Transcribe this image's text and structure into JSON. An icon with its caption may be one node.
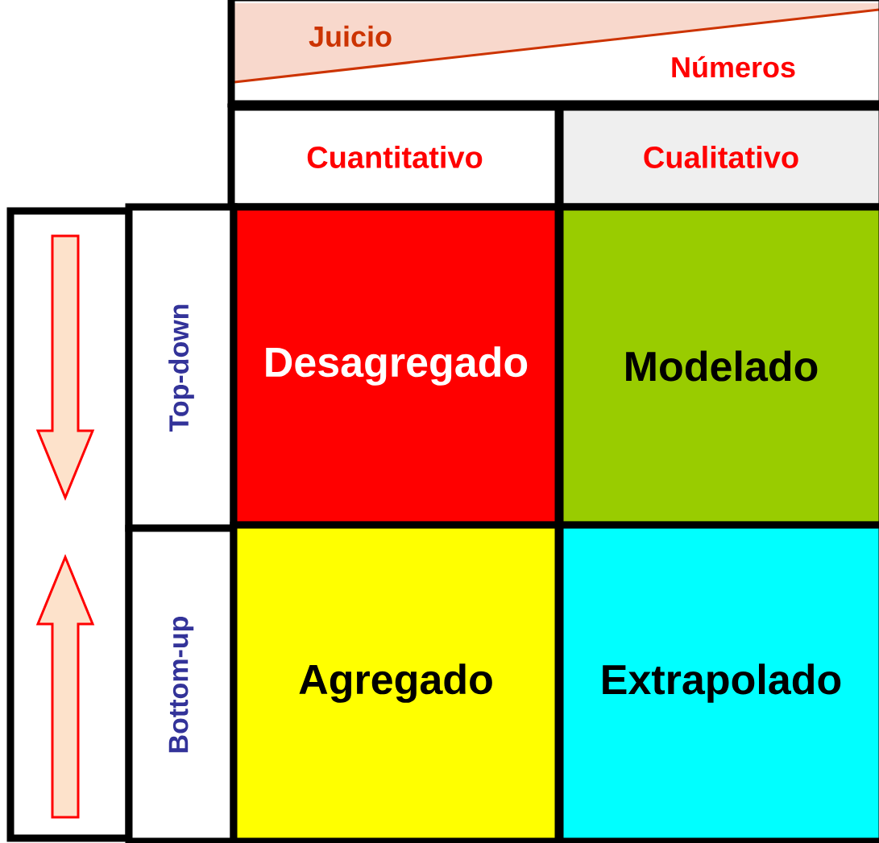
{
  "diagram": {
    "nodes": [
      {
        "text": [
          "Juicio",
          "Números"
        ]
      },
      {
        "text": [
          "Cuantitativo"
        ]
      },
      {
        "text": [
          "Cualitativo"
        ]
      },
      {
        "text": [
          "Top-down"
        ]
      },
      {
        "text": [
          "Bottom-up"
        ]
      },
      {
        "text": [
          "Desagregado"
        ]
      },
      {
        "text": [
          "Modelado"
        ]
      },
      {
        "text": [
          "Agregado"
        ]
      },
      {
        "text": [
          "Extrapolado"
        ]
      }
    ]
  }
}
